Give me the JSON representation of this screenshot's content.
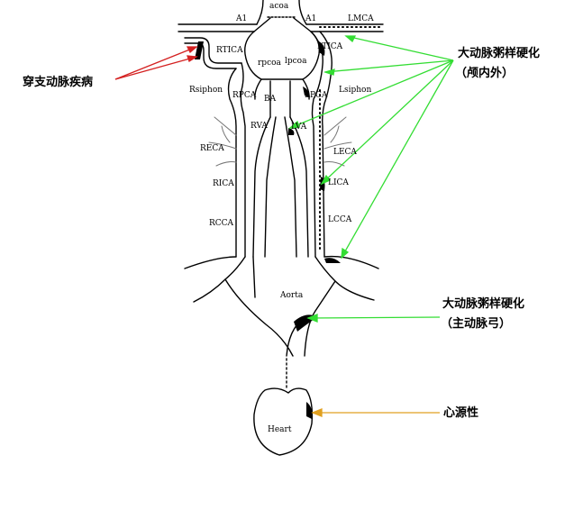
{
  "vessel_labels": {
    "acoa": "acoa",
    "a1_left": "A1",
    "a1_right": "A1",
    "lmca": "LMCA",
    "rtica": "RTICA",
    "ltica": "LTICA",
    "rpcoa": "rpcoa",
    "lpcoa": "lpcoa",
    "rsiphon": "Rsiphon",
    "lsiphon": "Lsiphon",
    "rpca": "RPCA",
    "ba": "BA",
    "lpca": "LPCA",
    "rva": "RVA",
    "lva": "LVA",
    "reca": "RECA",
    "leca": "LECA",
    "rica": "RICA",
    "lica": "LICA",
    "rcca": "RCCA",
    "lcca": "LCCA",
    "aorta": "Aorta",
    "heart": "Heart"
  },
  "callouts": {
    "perforating": "穿支动脉疾病",
    "atherosclerosis_intra_extra_line1": "大动脉粥样硬化",
    "atherosclerosis_intra_extra_line2": "（颅内外）",
    "atherosclerosis_arch_line1": "大动脉粥样硬化",
    "atherosclerosis_arch_line2": "（主动脉弓）",
    "cardiogenic": "心源性"
  },
  "arrow_colors": {
    "perforating": "#d42020",
    "atherosclerosis": "#33dd33",
    "cardiogenic": "#e0a020"
  }
}
